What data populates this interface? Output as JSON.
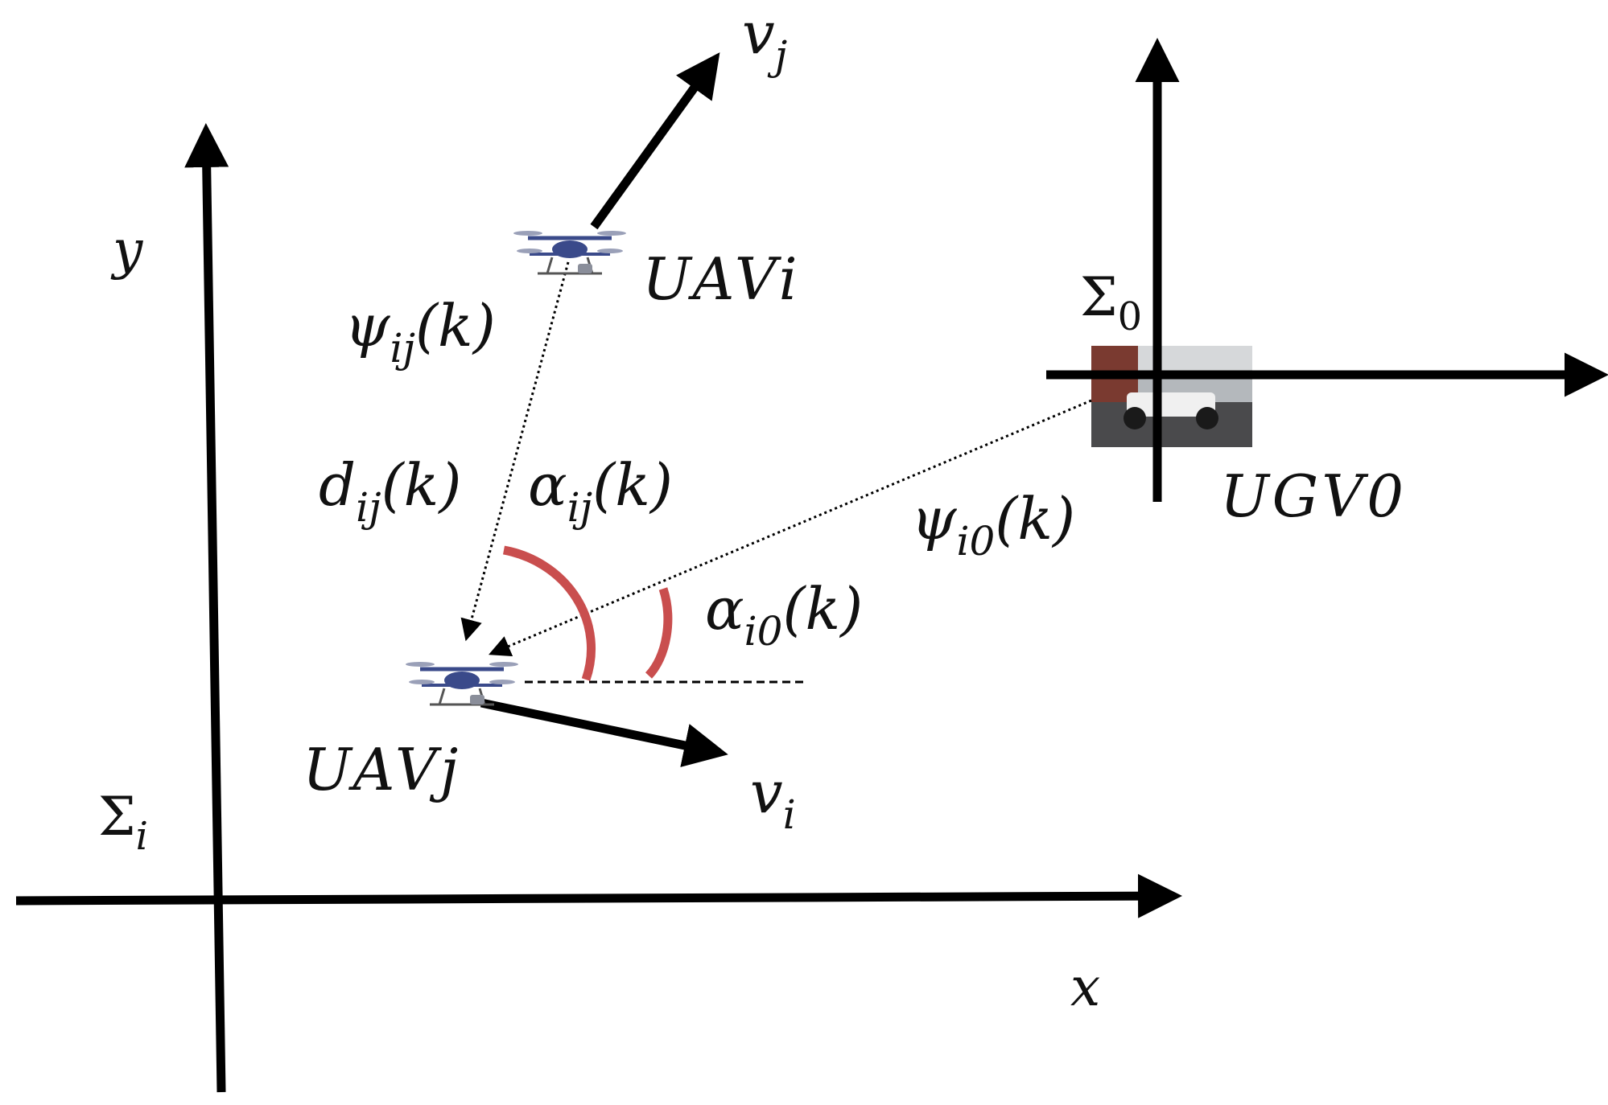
{
  "axes_i": {
    "x_label": "x",
    "y_label": "y",
    "frame_symbol": "Σ",
    "frame_sub": "i"
  },
  "axes_0": {
    "frame_symbol": "Σ",
    "frame_sub": "0"
  },
  "uav_i": {
    "label": "UAVi"
  },
  "uav_j": {
    "label": "UAVj"
  },
  "ugv": {
    "label": "UGV0"
  },
  "labels": {
    "v_j": {
      "base": "v",
      "sub": "j"
    },
    "v_i": {
      "base": "v",
      "sub": "i"
    },
    "psi_ij": {
      "base": "ψ",
      "sub": "ij",
      "arg": "(k)"
    },
    "d_ij": {
      "base": "d",
      "sub": "ij",
      "arg": "(k)"
    },
    "alpha_ij": {
      "base": "α",
      "sub": "ij",
      "arg": "(k)"
    },
    "alpha_i0": {
      "base": "α",
      "sub": "i0",
      "arg": "(k)"
    },
    "psi_i0": {
      "base": "ψ",
      "sub": "i0",
      "arg": "(k)"
    }
  },
  "colors": {
    "axis": "#000000",
    "arc": "#c94e4e",
    "drone_body": "#3a4a8a"
  }
}
